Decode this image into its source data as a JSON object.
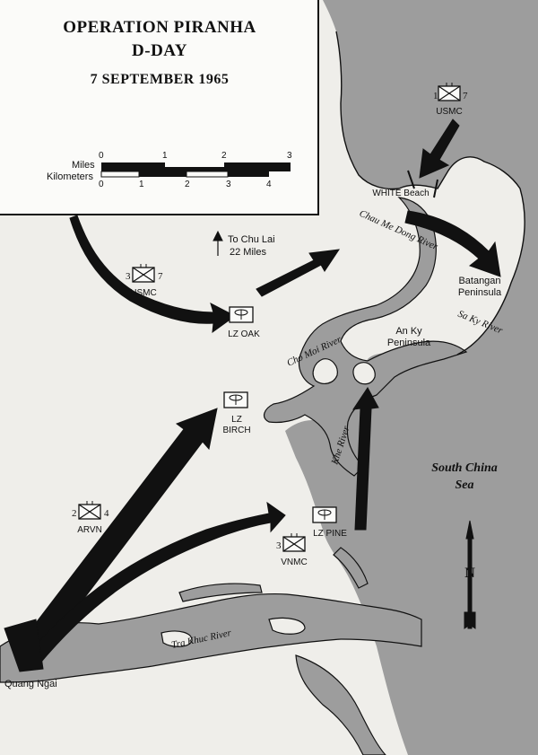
{
  "legend": {
    "title": "OPERATION PIRANHA",
    "subtitle": "D-DAY",
    "date": "7 SEPTEMBER 1965",
    "miles_label": "Miles",
    "km_label": "Kilometers",
    "mile_ticks": [
      "0",
      "1",
      "2",
      "3"
    ],
    "km_ticks": [
      "0",
      "1",
      "2",
      "3",
      "4"
    ]
  },
  "places": {
    "white_beach": "WHITE Beach",
    "to_chu_lai_1": "To Chu Lai",
    "to_chu_lai_2": "22 Miles",
    "batangan_1": "Batangan",
    "batangan_2": "Peninsula",
    "an_ky_1": "An Ky",
    "an_ky_2": "Peninsula",
    "south_china_1": "South China",
    "south_china_2": "Sea",
    "quang_ngai": "Quang Ngai"
  },
  "rivers": {
    "chau_me_dong": "Chau Me Dong River",
    "sa_ky": "Sa Ky River",
    "cho_moi": "Cho Moi River",
    "khe": "Khe River",
    "tra_khuc": "Tra Khuc River"
  },
  "landing_zones": {
    "oak": "LZ OAK",
    "birch_1": "LZ",
    "birch_2": "BIRCH",
    "pine": "LZ PINE"
  },
  "units": {
    "usmc_1": {
      "left": "1",
      "right": "7",
      "name": "USMC"
    },
    "usmc_3": {
      "left": "3",
      "right": "7",
      "name": "USMC"
    },
    "arvn": {
      "left": "2",
      "right": "4",
      "name": "ARVN"
    },
    "vnmc": {
      "left": "3",
      "right": "",
      "name": "VNMC"
    }
  },
  "north_arrow": "N",
  "colors": {
    "land": "#efeeea",
    "water": "#9d9d9d",
    "ink": "#111111"
  }
}
